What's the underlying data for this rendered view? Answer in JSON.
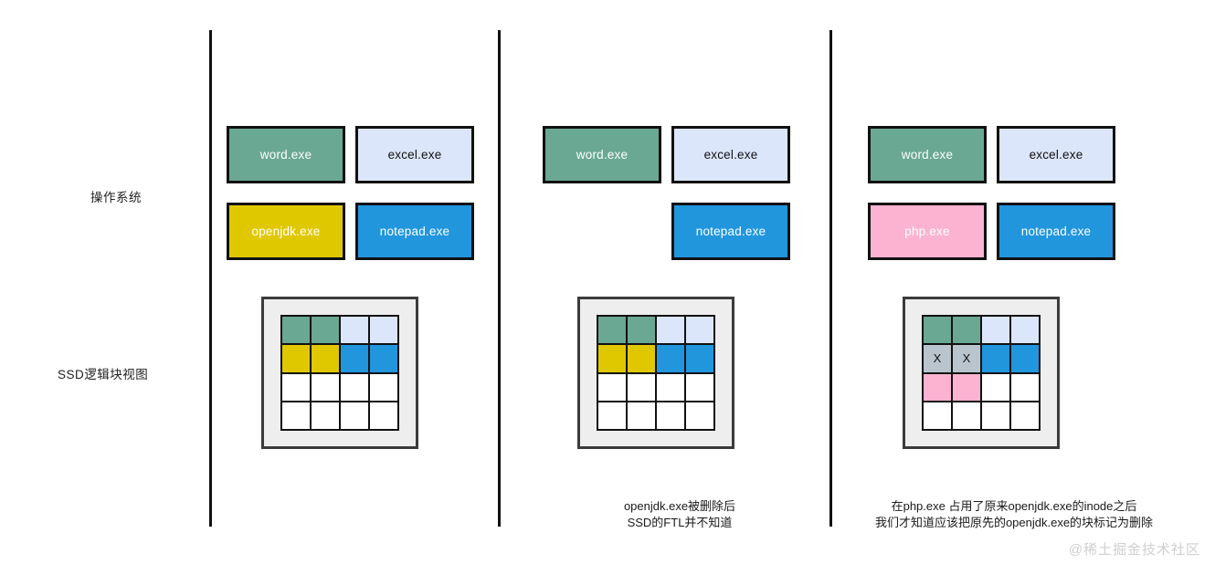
{
  "row_labels": {
    "os": "操作系统",
    "ssd": "SSD逻辑块视图"
  },
  "colors": {
    "green": "#6aa893",
    "light_blue": "#dce6fa",
    "yellow": "#e0c800",
    "blue": "#2196dd",
    "pink": "#fbb3d1",
    "gray": "#b9c4cc",
    "white": "#ffffff",
    "outline": "#111111",
    "card_bg": "#eeeeee",
    "card_border": "#3b3b3b",
    "watermark": "#cfcfcf"
  },
  "watermark": "@稀土掘金技术社区",
  "columns": [
    {
      "id": "stage-1",
      "apps": [
        {
          "label": "word.exe",
          "fill": "green",
          "text_color": "#ffffff"
        },
        {
          "label": "excel.exe",
          "fill": "light_blue",
          "text_color": "#111111"
        },
        {
          "label": "openjdk.exe",
          "fill": "yellow",
          "text_color": "#ffffff"
        },
        {
          "label": "notepad.exe",
          "fill": "blue",
          "text_color": "#ffffff"
        }
      ],
      "ssd_blocks": [
        [
          "green",
          "green",
          "light_blue",
          "light_blue"
        ],
        [
          "yellow",
          "yellow",
          "blue",
          "blue"
        ],
        [
          "white",
          "white",
          "white",
          "white"
        ],
        [
          "white",
          "white",
          "white",
          "white"
        ]
      ],
      "ssd_marks": [
        [
          "",
          "",
          "",
          ""
        ],
        [
          "",
          "",
          "",
          ""
        ],
        [
          "",
          "",
          "",
          ""
        ],
        [
          "",
          "",
          "",
          ""
        ]
      ],
      "caption": ""
    },
    {
      "id": "stage-2",
      "apps": [
        {
          "label": "word.exe",
          "fill": "green",
          "text_color": "#ffffff"
        },
        {
          "label": "excel.exe",
          "fill": "light_blue",
          "text_color": "#111111"
        },
        {
          "label": "",
          "fill": "none",
          "text_color": "",
          "hidden": true
        },
        {
          "label": "notepad.exe",
          "fill": "blue",
          "text_color": "#ffffff"
        }
      ],
      "ssd_blocks": [
        [
          "green",
          "green",
          "light_blue",
          "light_blue"
        ],
        [
          "yellow",
          "yellow",
          "blue",
          "blue"
        ],
        [
          "white",
          "white",
          "white",
          "white"
        ],
        [
          "white",
          "white",
          "white",
          "white"
        ]
      ],
      "ssd_marks": [
        [
          "",
          "",
          "",
          ""
        ],
        [
          "",
          "",
          "",
          ""
        ],
        [
          "",
          "",
          "",
          ""
        ],
        [
          "",
          "",
          "",
          ""
        ]
      ],
      "caption": "openjdk.exe被删除后\nSSD的FTL并不知道"
    },
    {
      "id": "stage-3",
      "apps": [
        {
          "label": "word.exe",
          "fill": "green",
          "text_color": "#ffffff"
        },
        {
          "label": "excel.exe",
          "fill": "light_blue",
          "text_color": "#111111"
        },
        {
          "label": "php.exe",
          "fill": "pink",
          "text_color": "#ffffff"
        },
        {
          "label": "notepad.exe",
          "fill": "blue",
          "text_color": "#ffffff"
        }
      ],
      "ssd_blocks": [
        [
          "green",
          "green",
          "light_blue",
          "light_blue"
        ],
        [
          "gray",
          "gray",
          "blue",
          "blue"
        ],
        [
          "pink",
          "pink",
          "white",
          "white"
        ],
        [
          "white",
          "white",
          "white",
          "white"
        ]
      ],
      "ssd_marks": [
        [
          "",
          "",
          "",
          ""
        ],
        [
          "X",
          "X",
          "",
          ""
        ],
        [
          "",
          "",
          "",
          ""
        ],
        [
          "",
          "",
          "",
          ""
        ]
      ],
      "caption": "在php.exe 占用了原来openjdk.exe的inode之后\n我们才知道应该把原先的openjdk.exe的块标记为删除"
    }
  ]
}
